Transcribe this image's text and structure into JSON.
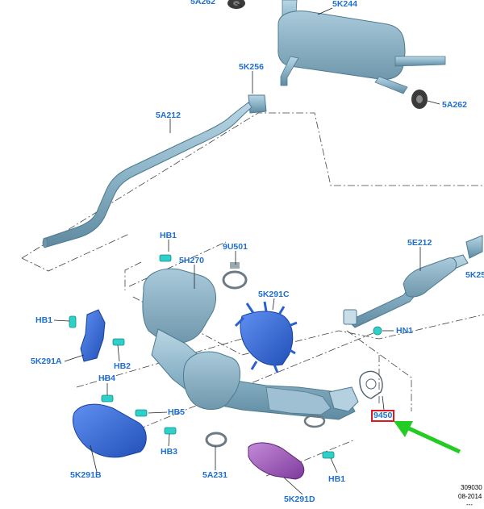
{
  "labels": {
    "l_5a262_top": "5A262",
    "l_5k244": "5K244",
    "l_5k256": "5K256",
    "l_5a262_right": "5A262",
    "l_5a212": "5A212",
    "l_hb1_top": "HB1",
    "l_9u501": "9U501",
    "l_5h270": "5H270",
    "l_5e212": "5E212",
    "l_5k25": "5K25",
    "l_5k291c": "5K291C",
    "l_hb1_left": "HB1",
    "l_hn1": "HN1",
    "l_5k291a": "5K291A",
    "l_hb2": "HB2",
    "l_hb4": "HB4",
    "l_9450": "9450",
    "l_hb5": "HB5",
    "l_hb3": "HB3",
    "l_5k291b": "5K291B",
    "l_5a231": "5A231",
    "l_hb1_bottom": "HB1",
    "l_5k291d": "5K291D"
  },
  "reference": {
    "line1": "309030",
    "line2": "08-2014",
    "line3": "---"
  },
  "highlighted_part": "9450",
  "colors": {
    "label_text": "#1f6fd1",
    "highlight_box": "#e0181c",
    "arrow": "#22cc22",
    "pipe": "#8fb8cc",
    "heatshield": "#3a6fd8",
    "heatshield_d": "#9a55b8",
    "fastener": "#2fd0c8"
  }
}
